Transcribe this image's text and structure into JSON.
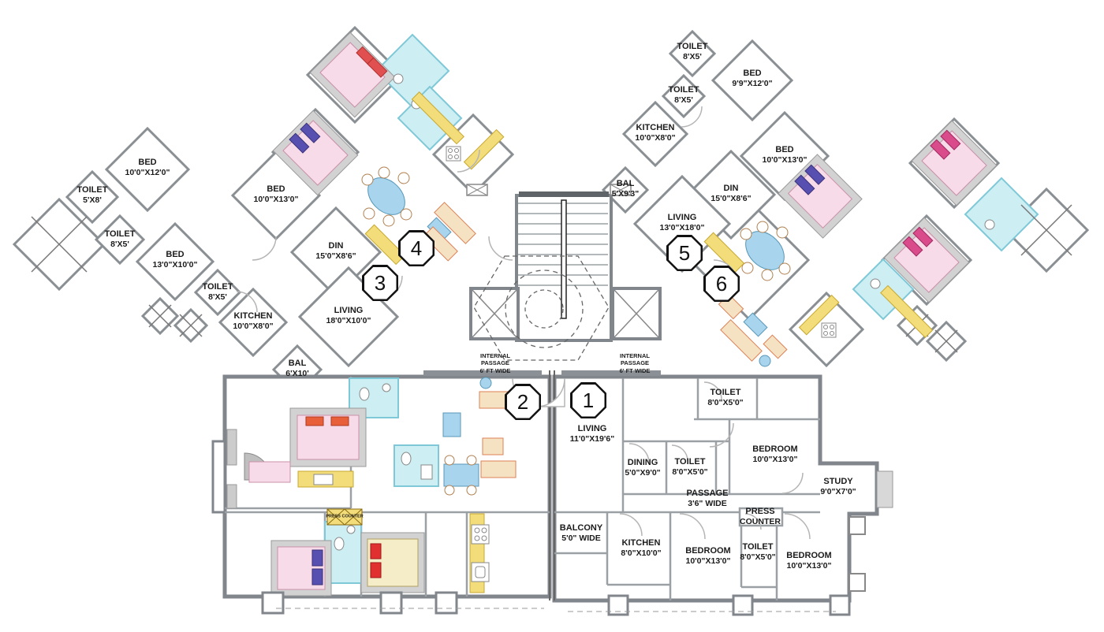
{
  "page": {
    "description": "Residential apartment building typical floor plan with six flats"
  },
  "markers": [
    {
      "n": "1"
    },
    {
      "n": "2"
    },
    {
      "n": "3"
    },
    {
      "n": "4"
    },
    {
      "n": "5"
    },
    {
      "n": "6"
    }
  ],
  "rooms": [
    {
      "l1": "BED",
      "l2": "10'0\"X12'0\""
    },
    {
      "l1": "TOILET",
      "l2": "5'X8'"
    },
    {
      "l1": "TOILET",
      "l2": "8'X5'"
    },
    {
      "l1": "BED",
      "l2": "13'0\"X10'0\""
    },
    {
      "l1": "BED",
      "l2": "10'0\"X13'0\""
    },
    {
      "l1": "TOILET",
      "l2": "8'X5'"
    },
    {
      "l1": "KITCHEN",
      "l2": "10'0\"X8'0\""
    },
    {
      "l1": "DIN",
      "l2": "15'0\"X8'6\""
    },
    {
      "l1": "LIVING",
      "l2": "18'0\"X10'0\""
    },
    {
      "l1": "BAL",
      "l2": "6'X10'"
    },
    {
      "l1": "TOILET",
      "l2": "8'X5'"
    },
    {
      "l1": "BED",
      "l2": "9'9\"X12'0\""
    },
    {
      "l1": "TOILET",
      "l2": "8'X5'"
    },
    {
      "l1": "KITCHEN",
      "l2": "10'0\"X8'0\""
    },
    {
      "l1": "BED",
      "l2": "10'0\"X13'0\""
    },
    {
      "l1": "BAL",
      "l2": "5'X9'3\""
    },
    {
      "l1": "DIN",
      "l2": "15'0\"X8'6\""
    },
    {
      "l1": "LIVING",
      "l2": "13'0\"X18'0\""
    },
    {
      "l1": "INTERNAL PASSAGE",
      "l2": "6' FT WIDE"
    },
    {
      "l1": "INTERNAL PASSAGE",
      "l2": "6' FT WIDE"
    },
    {
      "l1": "LIVING",
      "l2": "11'0\"X19'6\""
    },
    {
      "l1": "TOILET",
      "l2": "8'0\"X5'0\""
    },
    {
      "l1": "DINING",
      "l2": "5'0\"X9'0\""
    },
    {
      "l1": "TOILET",
      "l2": "8'0\"X5'0\""
    },
    {
      "l1": "BEDROOM",
      "l2": "10'0\"X13'0\""
    },
    {
      "l1": "PASSAGE",
      "l2": "3'6\" WIDE"
    },
    {
      "l1": "STUDY",
      "l2": "9'0\"X7'0\""
    },
    {
      "l1": "PRESS",
      "l2": "COUNTER"
    },
    {
      "l1": "KITCHEN",
      "l2": "8'0\"X10'0\""
    },
    {
      "l1": "BEDROOM",
      "l2": "10'0\"X13'0\""
    },
    {
      "l1": "TOILET",
      "l2": "8'0\"X5'0\""
    },
    {
      "l1": "BEDROOM",
      "l2": "10'0\"X13'0\""
    },
    {
      "l1": "BALCONY",
      "l2": "5'0\" WIDE"
    },
    {
      "l1": "PRESS COUNTER",
      "l2": ""
    }
  ],
  "colors": {
    "wall_dark": "#80868b",
    "wall_light": "#a9aeb2",
    "counter_yellow": "#f2dd7a",
    "bed_pink": "#f7dbe8",
    "bed_band_gray": "#d2d2d2",
    "toilet_cyan": "#cdeef3",
    "table_blue": "#a8d4ee",
    "sofa_tan": "#f5e2c2",
    "sofa_orange_border": "#dd8055",
    "pillow_red": "#e05050",
    "pillow_purple": "#5850b0",
    "pillow_magenta": "#d94b8a"
  }
}
